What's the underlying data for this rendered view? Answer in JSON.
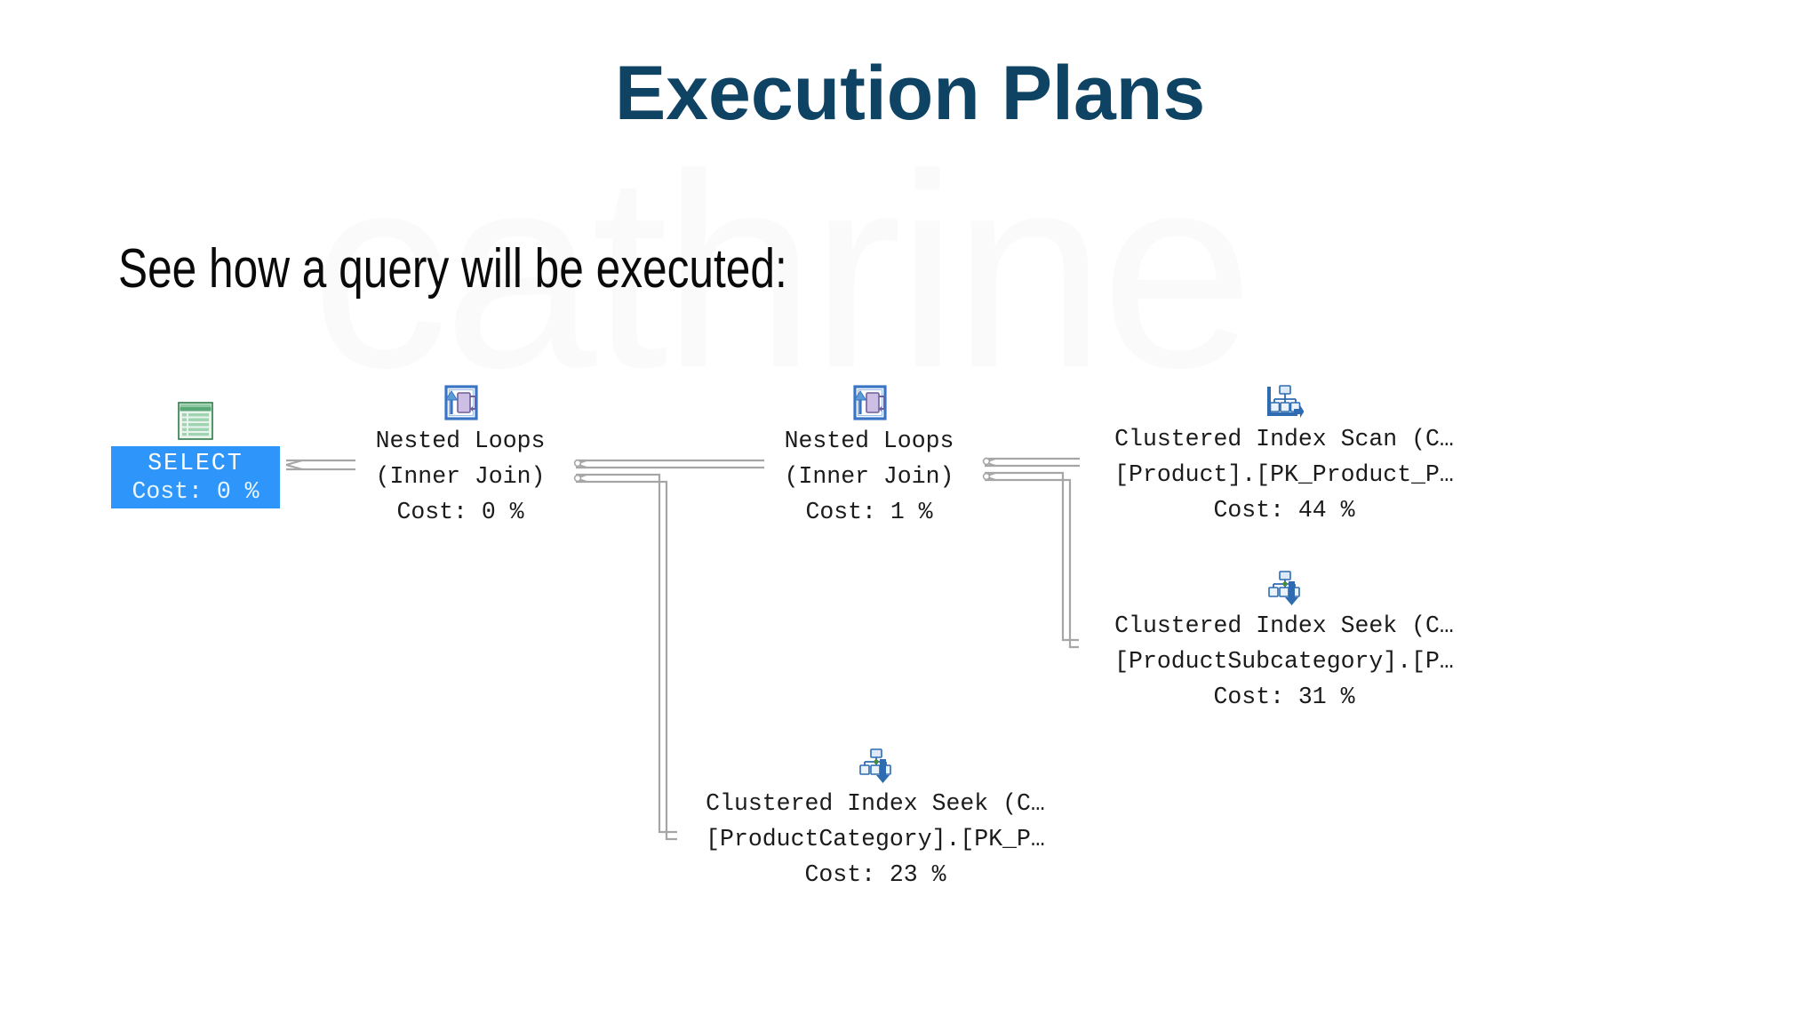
{
  "slide": {
    "title": "Execution Plans",
    "subtitle": "See how a query will be executed:",
    "watermark": "cathrine",
    "colors": {
      "title": "#0E4364",
      "subtitle": "#0A0A0A",
      "select_box": "#2E96FA",
      "select_text": "#FFFFFF",
      "connector": "#A6A6A6",
      "background": "#FFFFFF",
      "node_text": "#1B1B1B"
    }
  },
  "plan": {
    "nodes": [
      {
        "id": "select",
        "icon": "result-grid-icon",
        "line1": "SELECT",
        "line2": "Cost: 0 %"
      },
      {
        "id": "nested-loops-1",
        "icon": "nested-loops-icon",
        "line1": "Nested Loops",
        "line2": "(Inner Join)",
        "line3": "Cost: 0 %"
      },
      {
        "id": "nested-loops-2",
        "icon": "nested-loops-icon",
        "line1": "Nested Loops",
        "line2": "(Inner Join)",
        "line3": "Cost: 1 %"
      },
      {
        "id": "clustered-index-scan",
        "icon": "clustered-index-scan-icon",
        "line1": "Clustered Index Scan (C…",
        "line2": "[Product].[PK_Product_P…",
        "line3": "Cost: 44 %"
      },
      {
        "id": "clustered-index-seek-subcategory",
        "icon": "clustered-index-seek-icon",
        "line1": "Clustered Index Seek (C…",
        "line2": "[ProductSubcategory].[P…",
        "line3": "Cost: 31 %"
      },
      {
        "id": "clustered-index-seek-category",
        "icon": "clustered-index-seek-icon",
        "line1": "Clustered Index Seek (C…",
        "line2": "[ProductCategory].[PK_P…",
        "line3": "Cost: 23 %"
      }
    ]
  }
}
